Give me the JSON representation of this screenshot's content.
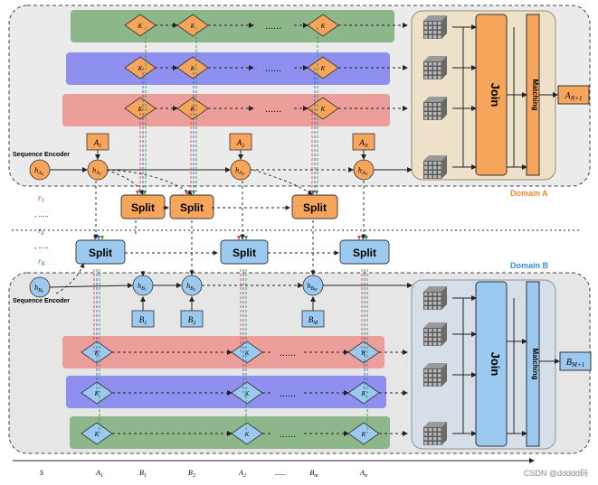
{
  "domain_a": {
    "label": "Domain A",
    "encoder_label": "Sequence Encoder",
    "h0": "h",
    "h0_sub": "A",
    "h0_subsub": "0",
    "hidden_states": [
      {
        "h": "h",
        "sub": "A",
        "subsub": "1"
      },
      {
        "h": "h",
        "sub": "A",
        "subsub": "2"
      },
      {
        "h": "h",
        "sub": "A",
        "subsub": "N"
      }
    ],
    "inputs": [
      {
        "main": "A",
        "sub": "1"
      },
      {
        "main": "A",
        "sub": "2"
      },
      {
        "main": "A",
        "sub": "N"
      }
    ],
    "rows": {
      "green": [
        "K",
        "K",
        "K"
      ],
      "blue": [
        "K",
        "K",
        "K"
      ],
      "red": [
        "K",
        "K",
        "K"
      ]
    },
    "dots": "......",
    "join": "Join",
    "matching": "Matching",
    "output": {
      "main": "A",
      "sub": "N+1"
    }
  },
  "domain_b": {
    "label": "Domain B",
    "encoder_label": "Sequence Encoder",
    "h0": "h",
    "h0_sub": "B",
    "h0_subsub": "0",
    "hidden_states": [
      {
        "h": "h",
        "sub": "B",
        "subsub": "1"
      },
      {
        "h": "h",
        "sub": "B",
        "subsub": "2"
      },
      {
        "h": "h",
        "sub": "B",
        "subsub": "M"
      }
    ],
    "inputs": [
      {
        "main": "B",
        "sub": "1"
      },
      {
        "main": "B",
        "sub": "2"
      },
      {
        "main": "B",
        "sub": "M"
      }
    ],
    "rows": {
      "red": [
        "K",
        "K",
        "K"
      ],
      "blue": [
        "K",
        "K",
        "K"
      ],
      "green": [
        "K",
        "K",
        "K"
      ]
    },
    "dots": "......",
    "join": "Join",
    "matching": "Matching",
    "output": {
      "main": "B",
      "sub": "M+1"
    }
  },
  "split_label": "Split",
  "relations": {
    "r1": {
      "main": "r",
      "sub": "1"
    },
    "dots1": ", .....",
    "rk": {
      "main": "r",
      "sub": "k"
    },
    "dots2": ", .....",
    "rK": {
      "main": "r",
      "sub": "K"
    }
  },
  "timeline": [
    {
      "main": "S",
      "sub": ""
    },
    {
      "main": "A",
      "sub": "1"
    },
    {
      "main": "B",
      "sub": "1"
    },
    {
      "main": "B",
      "sub": "2"
    },
    {
      "main": "A",
      "sub": "2"
    },
    {
      "main": "......",
      "sub": ""
    },
    {
      "main": "B",
      "sub": "m"
    },
    {
      "main": "A",
      "sub": "n"
    }
  ],
  "watermark": "CSDN @ddddd码",
  "colors": {
    "orange": "#f6a55a",
    "blue_node": "#9cc9ef",
    "green_band": "#8db68a",
    "blue_band": "#8f8ff0",
    "red_band": "#ec9e9b",
    "panel_a": "#ebebeb",
    "panel_b": "#e6e6e6",
    "domain_label_a": "#f08a2c",
    "domain_label_b": "#3a90d8"
  }
}
